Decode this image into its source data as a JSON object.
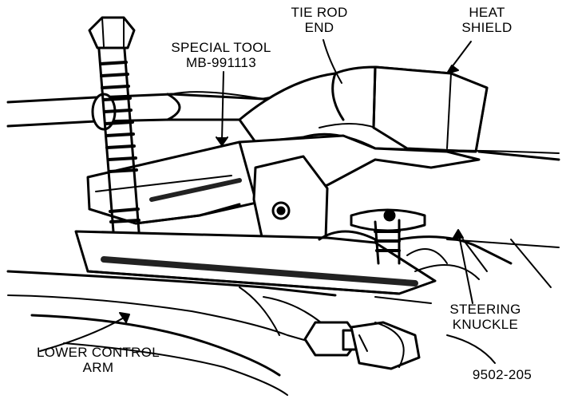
{
  "labels": {
    "tie_rod_end": [
      "TIE ROD",
      "END"
    ],
    "heat_shield": [
      "HEAT",
      "SHIELD"
    ],
    "special_tool": [
      "SPECIAL TOOL",
      "MB-991113"
    ],
    "steering_knuckle": [
      "STEERING",
      "KNUCKLE"
    ],
    "lower_control_arm": [
      "LOWER CONTROL",
      "ARM"
    ],
    "figure_number": "9502-205"
  }
}
